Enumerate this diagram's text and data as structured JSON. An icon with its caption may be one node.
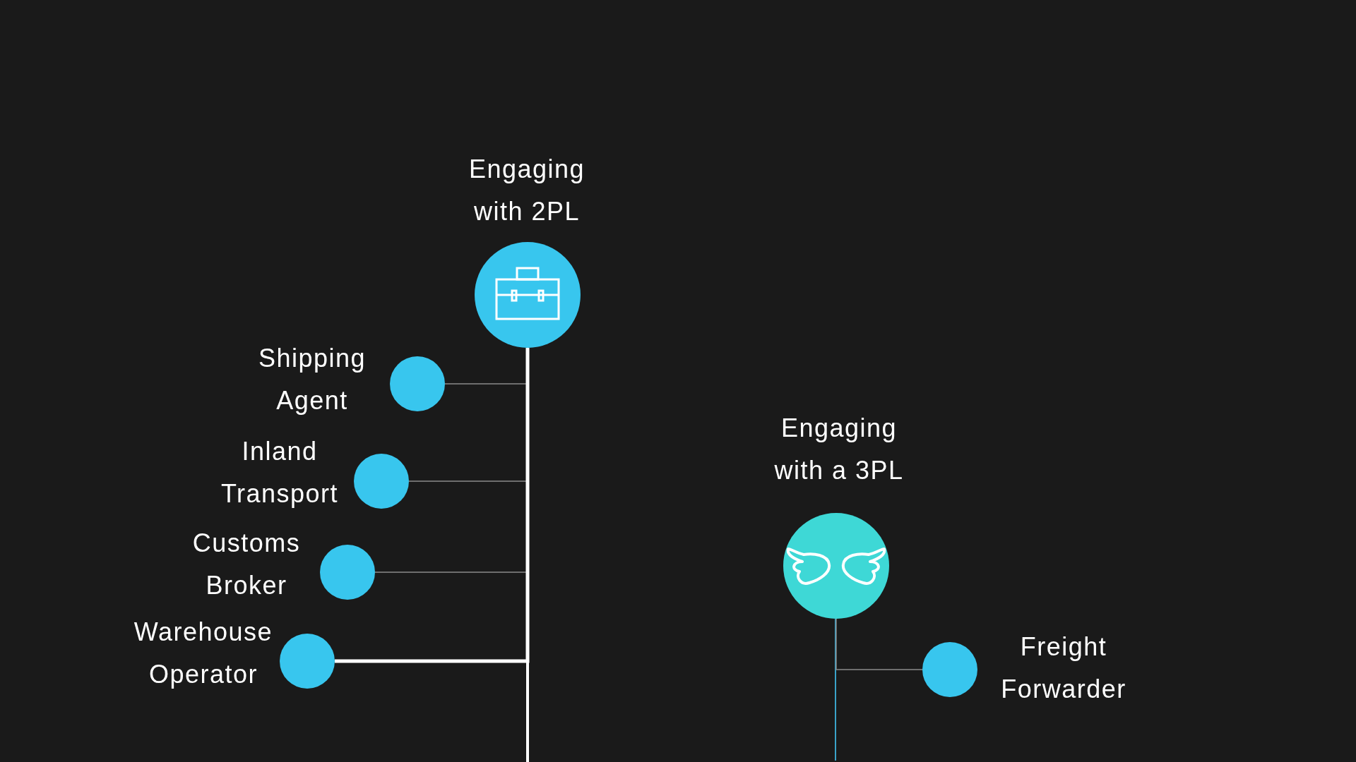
{
  "diagram": {
    "nodes": [
      {
        "text": [
          "Engaging with 2PL"
        ]
      },
      {
        "text": [
          "Shipping Agent"
        ]
      },
      {
        "text": [
          "Inland Transport"
        ]
      },
      {
        "text": [
          "Customs Broker"
        ]
      },
      {
        "text": [
          "Warehouse Operator"
        ]
      },
      {
        "text": [
          "Engaging with a 3PL"
        ]
      },
      {
        "text": [
          "Freight Forwarder"
        ]
      }
    ],
    "edges": [
      {
        "from": 0,
        "to": 1,
        "arrow": "none"
      },
      {
        "from": 0,
        "to": 2,
        "arrow": "none"
      },
      {
        "from": 0,
        "to": 3,
        "arrow": "none"
      },
      {
        "from": 0,
        "to": 4,
        "arrow": "none",
        "style": "thick",
        "color": "#ffffff"
      },
      {
        "from": 5,
        "to": 6,
        "arrow": "none"
      }
    ]
  }
}
